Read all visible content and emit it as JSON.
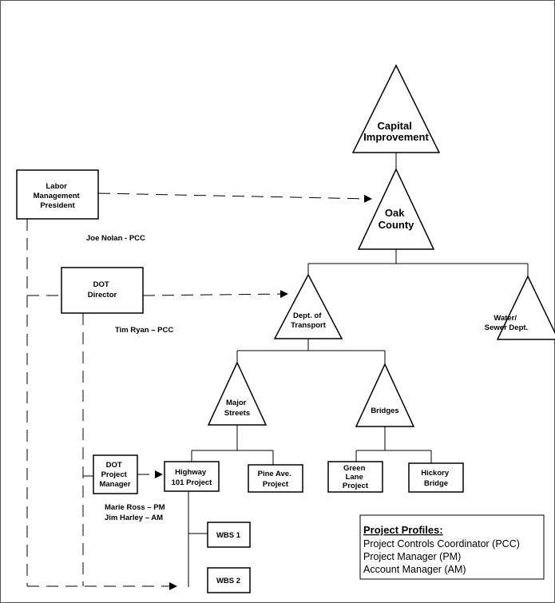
{
  "nodes": {
    "capital_improvement": [
      "Capital",
      "Improvement"
    ],
    "oak_county": [
      "Oak",
      "County"
    ],
    "dept_transport": [
      "Dept. of",
      "Transport"
    ],
    "water_sewer": [
      "Water/",
      "Sewer Dept."
    ],
    "major_streets": [
      "Major",
      "Streets"
    ],
    "bridges": [
      "Bridges"
    ],
    "highway_101": [
      "Highway",
      "101 Project"
    ],
    "pine_ave": [
      "Pine Ave.",
      "Project"
    ],
    "green_lane": [
      "Green",
      "Lane",
      "Project"
    ],
    "hickory_bridge": [
      "Hickory",
      "Bridge"
    ],
    "wbs1": [
      "WBS 1"
    ],
    "wbs2": [
      "WBS 2"
    ],
    "labor_president": [
      "Labor",
      "Management",
      "President"
    ],
    "dot_director": [
      "DOT",
      "Director"
    ],
    "dot_pm": [
      "DOT",
      "Project",
      "Manager"
    ]
  },
  "annotations": {
    "joe": "Joe Nolan - PCC",
    "tim": "Tim Ryan – PCC",
    "marie": "Marie Ross – PM",
    "jim": "Jim Harley  – AM"
  },
  "legend": {
    "title": "Project Profiles:",
    "items": [
      "Project Controls Coordinator (PCC)",
      "Project Manager (PM)",
      "Account Manager (AM)"
    ]
  }
}
